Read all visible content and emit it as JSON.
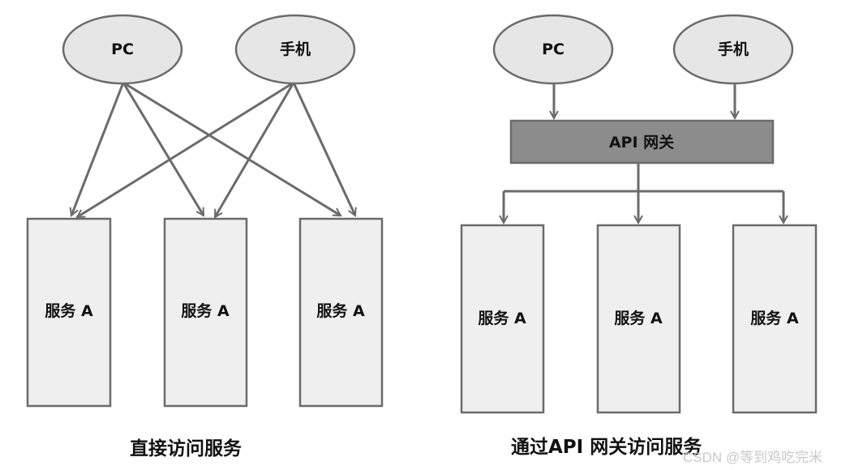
{
  "left_diagram": {
    "clients": [
      {
        "label": "PC"
      },
      {
        "label": "手机"
      }
    ],
    "services": [
      {
        "label": "服务 A"
      },
      {
        "label": "服务 A"
      },
      {
        "label": "服务 A"
      }
    ],
    "caption": "直接访问服务"
  },
  "right_diagram": {
    "clients": [
      {
        "label": "PC"
      },
      {
        "label": "手机"
      }
    ],
    "gateway": {
      "label": "API 网关"
    },
    "services": [
      {
        "label": "服务 A"
      },
      {
        "label": "服务 A"
      },
      {
        "label": "服务 A"
      }
    ],
    "caption": "通过API 网关访问服务"
  },
  "watermark": "CSDN @等到鸡吃完米",
  "colors": {
    "ellipse_fill": "#e6e6e6",
    "box_fill": "#efefef",
    "gateway_fill": "#8c8c8c",
    "line": "#6b6b6b",
    "text": "#111111"
  }
}
